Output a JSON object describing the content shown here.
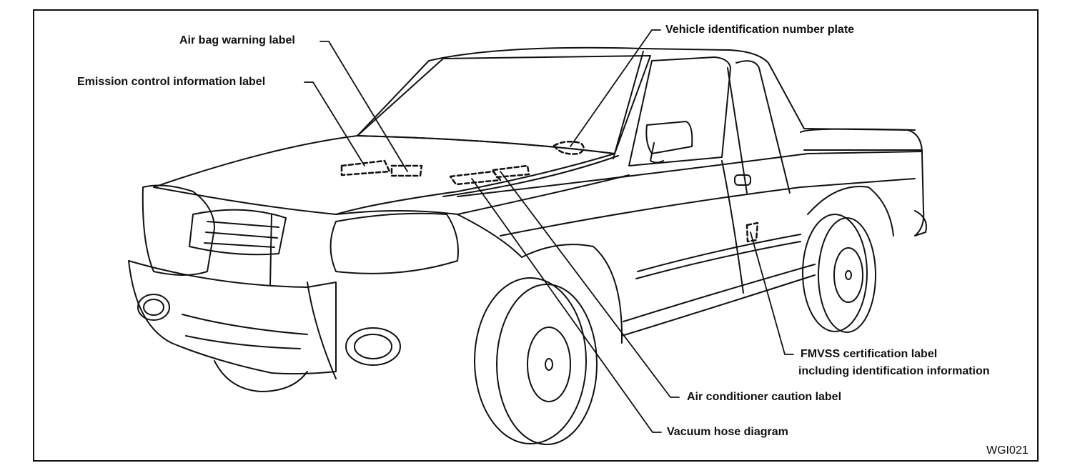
{
  "labels": {
    "airbag": "Air bag warning label",
    "emission": "Emission control information label",
    "vin": "Vehicle identification number plate",
    "fmvss_line1": "FMVSS certification label",
    "fmvss_line2": "including identification information",
    "ac_caution": "Air conditioner caution label",
    "vacuum": "Vacuum hose diagram"
  },
  "figure_code": "WGI021"
}
